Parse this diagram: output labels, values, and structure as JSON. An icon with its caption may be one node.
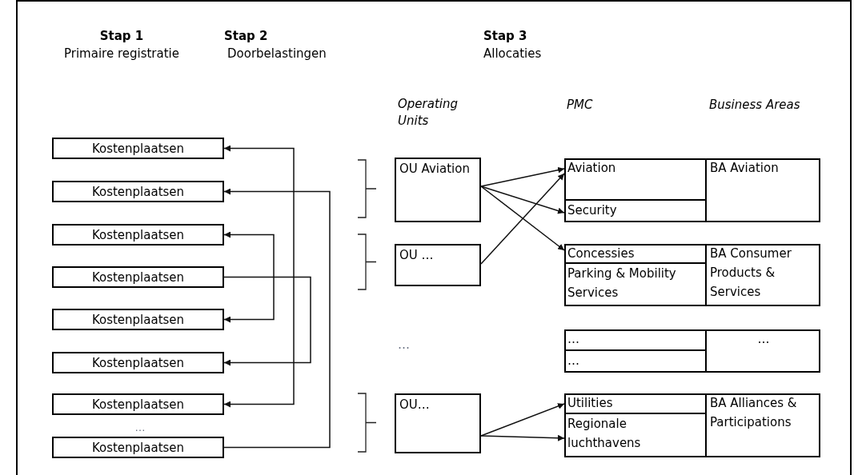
{
  "diagram": {
    "nodes": [
      {
        "text": [
          "Kostenplaatsen"
        ]
      },
      {
        "text": [
          "Kostenplaatsen"
        ]
      },
      {
        "text": [
          "Kostenplaatsen"
        ]
      },
      {
        "text": [
          "Kostenplaatsen"
        ]
      },
      {
        "text": [
          "Kostenplaatsen"
        ]
      },
      {
        "text": [
          "Kostenplaatsen"
        ]
      },
      {
        "text": [
          "Kostenplaatsen"
        ]
      },
      {
        "text": [
          "Kostenplaatsen"
        ]
      },
      {
        "text": [
          "OU Aviation"
        ]
      },
      {
        "text": [
          "OU …"
        ]
      },
      {
        "text": [
          "OU…"
        ]
      },
      {
        "text": [],
        "shape": "box"
      },
      {
        "text": [
          "Aviation"
        ],
        "in": 11
      },
      {
        "text": [
          "Security"
        ],
        "in": 11
      },
      {
        "text": [
          "BA Aviation"
        ],
        "in": 11
      },
      {
        "text": [],
        "shape": "box"
      },
      {
        "text": [
          "Concessies"
        ],
        "in": 15
      },
      {
        "text": [
          "Parking & Mobility Services"
        ],
        "in": 15
      },
      {
        "text": [
          "BA Consumer Products & Services"
        ],
        "in": 15
      },
      {
        "text": [],
        "shape": "box"
      },
      {
        "text": [
          "…"
        ],
        "in": 19
      },
      {
        "text": [
          "…"
        ],
        "in": 19
      },
      {
        "text": [
          "…"
        ],
        "in": 19
      },
      {
        "text": [],
        "shape": "box"
      },
      {
        "text": [
          "Utilities"
        ],
        "in": 23
      },
      {
        "text": [
          "Regionale luchthavens"
        ],
        "in": 23
      },
      {
        "text": [
          "BA Alliances & Participations"
        ],
        "in": 23
      }
    ],
    "edges": [
      {
        "from": 6,
        "to": 0,
        "arrow": "both"
      },
      {
        "from": 7,
        "to": 1,
        "arrow": "to"
      },
      {
        "from": 4,
        "to": 2,
        "arrow": "both"
      },
      {
        "from": 3,
        "to": 5,
        "arrow": "to"
      },
      {
        "from": 8,
        "to": 12,
        "arrow": "to"
      },
      {
        "from": 8,
        "to": 13,
        "arrow": "to"
      },
      {
        "from": 8,
        "to": 16,
        "arrow": "to"
      },
      {
        "from": 9,
        "to": 12,
        "arrow": "to"
      },
      {
        "from": 10,
        "to": 24,
        "arrow": "to"
      },
      {
        "from": 10,
        "to": 25,
        "arrow": "to"
      }
    ],
    "labels": [
      "Stap 1",
      "Primaire registratie",
      "Stap 2",
      "Doorbelastingen",
      "Stap 3",
      "Allocaties",
      "Operating Units",
      "PMC",
      "Business Areas",
      "…",
      "…"
    ]
  }
}
